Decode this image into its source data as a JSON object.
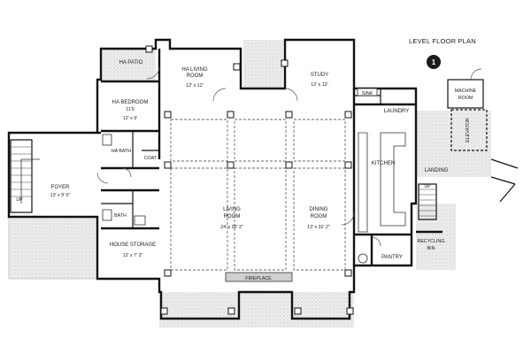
{
  "plan": {
    "title": "LEVEL FLOOR PLAN",
    "badge": "1"
  },
  "rooms": {
    "ha_patio": {
      "name": "HA PATIO"
    },
    "ha_living": {
      "name_1": "HA LIVING",
      "name_2": "ROOM",
      "size": "12' x 12'"
    },
    "study": {
      "name": "STUDY",
      "size": "12' x 12'"
    },
    "ha_bedroom": {
      "name": "HA BEDROOM",
      "size_1": "11'0",
      "size_2": "12' x 9'"
    },
    "coat": {
      "name": "COAT"
    },
    "ha_bath": {
      "name": "HA BATH"
    },
    "foyer": {
      "name": "FOYER",
      "size": "13' x 9' 6\""
    },
    "bath": {
      "name": "BATH"
    },
    "house_storage": {
      "name": "HOUSE STORAGE",
      "size": "12' x 7' 3\""
    },
    "living": {
      "name_1": "LIVING",
      "name_2": "ROOM",
      "size": "24' x 32' 2\""
    },
    "dining": {
      "name_1": "DINING",
      "name_2": "ROOM",
      "size": "13' x 32' 2\""
    },
    "fireplace": {
      "name": "FIREPLACE"
    },
    "sink": {
      "name": "SINK"
    },
    "laundry": {
      "name": "LAUNDRY"
    },
    "kitchen": {
      "name": "KITCHEN"
    },
    "pantry": {
      "name": "PANTRY"
    },
    "machine_room": {
      "name_1": "MACHINE",
      "name_2": "ROOM"
    },
    "elevator": {
      "name": "ELEVATOR"
    },
    "landing": {
      "name": "LANDING"
    },
    "recycling": {
      "name_1": "RECYCLING",
      "name_2": "BIN"
    },
    "stair_up_left": {
      "name": "UP"
    },
    "stair_up_right": {
      "name": "UP"
    }
  }
}
